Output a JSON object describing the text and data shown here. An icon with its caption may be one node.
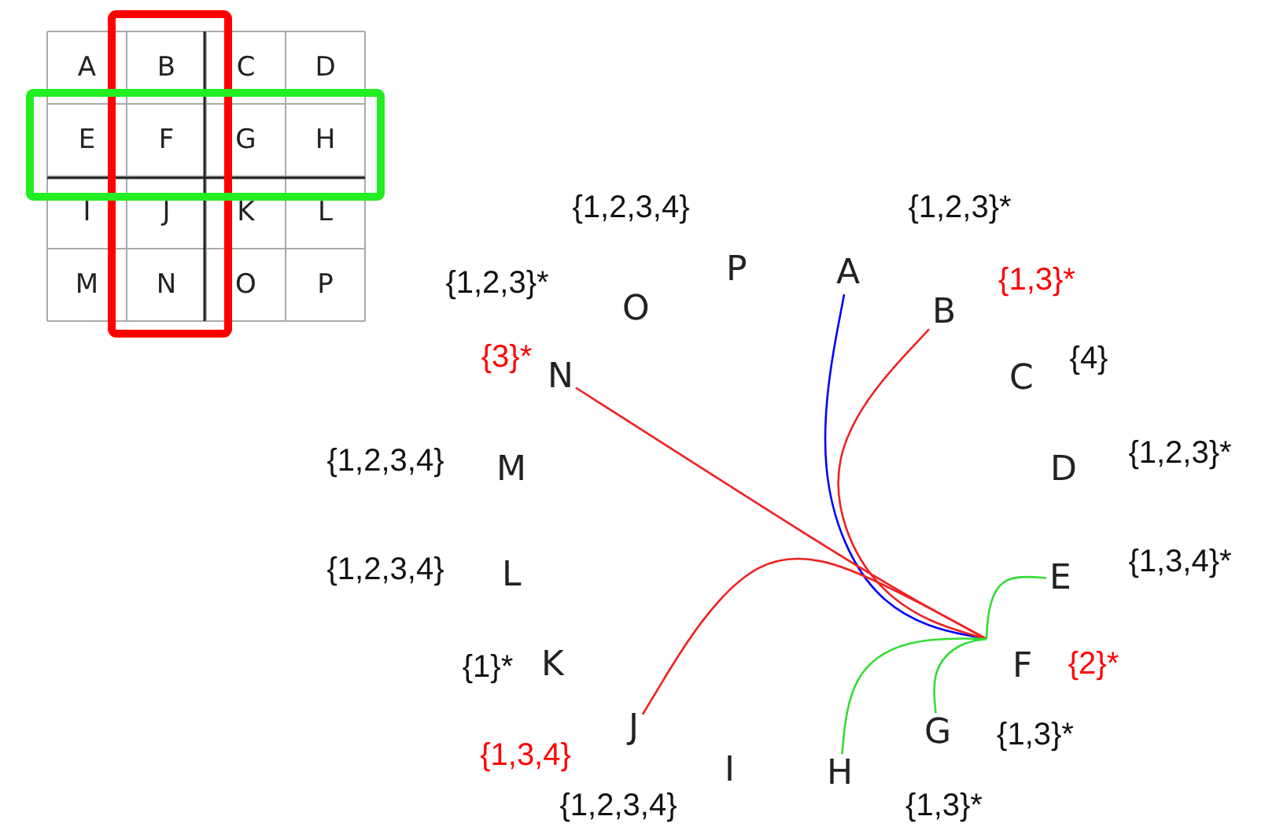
{
  "diagram": {
    "nodes": [
      {
        "text": [
          "A"
        ],
        "beside": [
          "{1,2,3}*"
        ]
      },
      {
        "text": [
          "B"
        ],
        "beside": [
          "{1,3}*"
        ]
      },
      {
        "text": [
          "C"
        ],
        "beside": [
          "{4}"
        ]
      },
      {
        "text": [
          "D"
        ],
        "beside": [
          "{1,2,3}*"
        ]
      },
      {
        "text": [
          "E"
        ],
        "beside": [
          "{1,3,4}*"
        ]
      },
      {
        "text": [
          "F"
        ],
        "beside": [
          "{2}*"
        ]
      },
      {
        "text": [
          "G"
        ],
        "beside": [
          "{1,3}*"
        ]
      },
      {
        "text": [
          "H"
        ],
        "beside": [
          "{1,3}*"
        ]
      },
      {
        "text": [
          "I"
        ],
        "beside": [
          "{1,2,3,4}"
        ]
      },
      {
        "text": [
          "J"
        ],
        "beside": [
          "{1,3,4}"
        ]
      },
      {
        "text": [
          "K"
        ],
        "beside": [
          "{1}*"
        ]
      },
      {
        "text": [
          "L"
        ],
        "beside": [
          "{1,2,3,4}"
        ]
      },
      {
        "text": [
          "M"
        ],
        "beside": [
          "{1,2,3,4}"
        ]
      },
      {
        "text": [
          "N"
        ],
        "beside": [
          "{3}*"
        ]
      },
      {
        "text": [
          "O"
        ],
        "beside": [
          "{1,2,3}*"
        ]
      },
      {
        "text": [
          "P"
        ],
        "beside": [
          "{1,2,3,4}"
        ]
      }
    ],
    "edges": [
      {
        "from": 5,
        "to": 0,
        "arrow": "none",
        "color": "#0000ff"
      },
      {
        "from": 5,
        "to": 1,
        "arrow": "none",
        "color": "#ee2222"
      },
      {
        "from": 5,
        "to": 13,
        "arrow": "none",
        "color": "#ee2222"
      },
      {
        "from": 5,
        "to": 9,
        "arrow": "none",
        "color": "#ee2222"
      },
      {
        "from": 5,
        "to": 4,
        "arrow": "none",
        "color": "#33dd33"
      },
      {
        "from": 5,
        "to": 6,
        "arrow": "none",
        "color": "#33dd33"
      },
      {
        "from": 5,
        "to": 7,
        "arrow": "none",
        "color": "#33dd33"
      }
    ],
    "labels": [
      "A",
      "B",
      "C",
      "D",
      "E",
      "F",
      "G",
      "H",
      "I",
      "J",
      "K",
      "L",
      "M",
      "N",
      "O",
      "P"
    ]
  }
}
